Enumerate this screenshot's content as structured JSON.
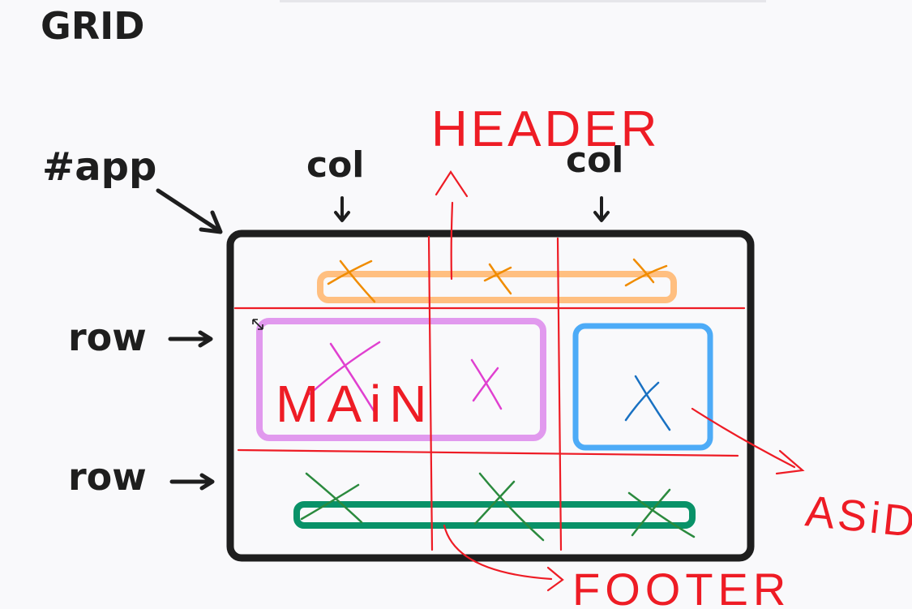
{
  "title": "GRID",
  "labels": {
    "app": "#app",
    "col_left": "col",
    "col_right": "col",
    "row_top": "row",
    "row_bottom": "row"
  },
  "areas": {
    "header": "HEADER",
    "main": "MAiN",
    "aside": "ASiDE",
    "footer": "FOOTER"
  },
  "colors": {
    "container": "#1e1e1e",
    "grid_lines": "#ee1c25",
    "header": "#ffbf80",
    "header_mark": "#f08c00",
    "main": "#e199ee",
    "main_mark": "#e040d0",
    "aside": "#4dabf7",
    "aside_mark": "#1971c2",
    "footer": "#099268",
    "footer_mark": "#2b8a3e"
  }
}
